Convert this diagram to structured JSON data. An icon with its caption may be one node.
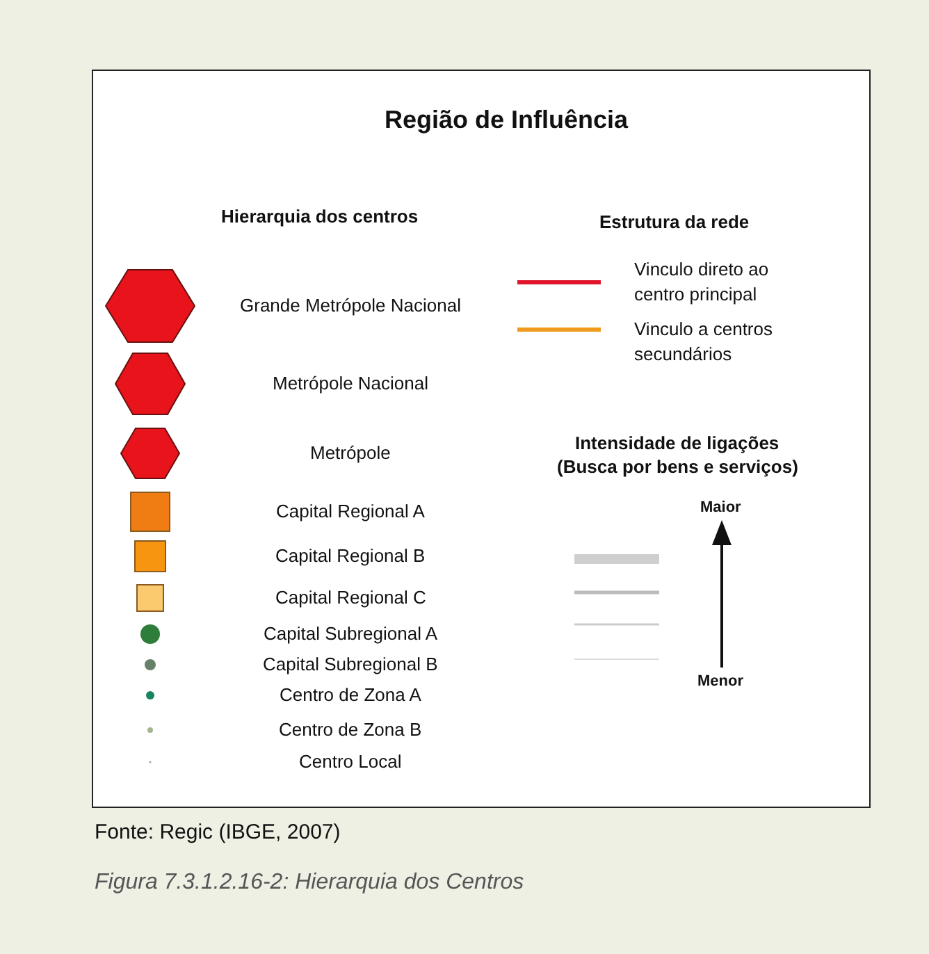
{
  "diagram": {
    "title": "Região de Influência",
    "caption": "Figura 7.3.1.2.16-2: Hierarquia dos Centros",
    "labels": [
      "Hierarquia dos centros",
      "Estrutura da rede",
      "Intensidade de ligações",
      "(Busca por bens e serviços)",
      "Maior",
      "Menor",
      "Fonte: Regic (IBGE, 2007)"
    ],
    "legend": [
      {
        "text": "Grande Metrópole Nacional"
      },
      {
        "text": "Metrópole Nacional"
      },
      {
        "text": "Metrópole"
      },
      {
        "text": "Capital Regional A"
      },
      {
        "text": "Capital Regional B"
      },
      {
        "text": "Capital Regional C"
      },
      {
        "text": "Capital Subregional A"
      },
      {
        "text": "Capital Subregional B"
      },
      {
        "text": "Centro de Zona A"
      },
      {
        "text": "Centro de Zona B"
      },
      {
        "text": "Centro Local"
      },
      {
        "text": "Vinculo direto ao centro principal"
      },
      {
        "text": "Vinculo a centros secundários"
      }
    ]
  }
}
